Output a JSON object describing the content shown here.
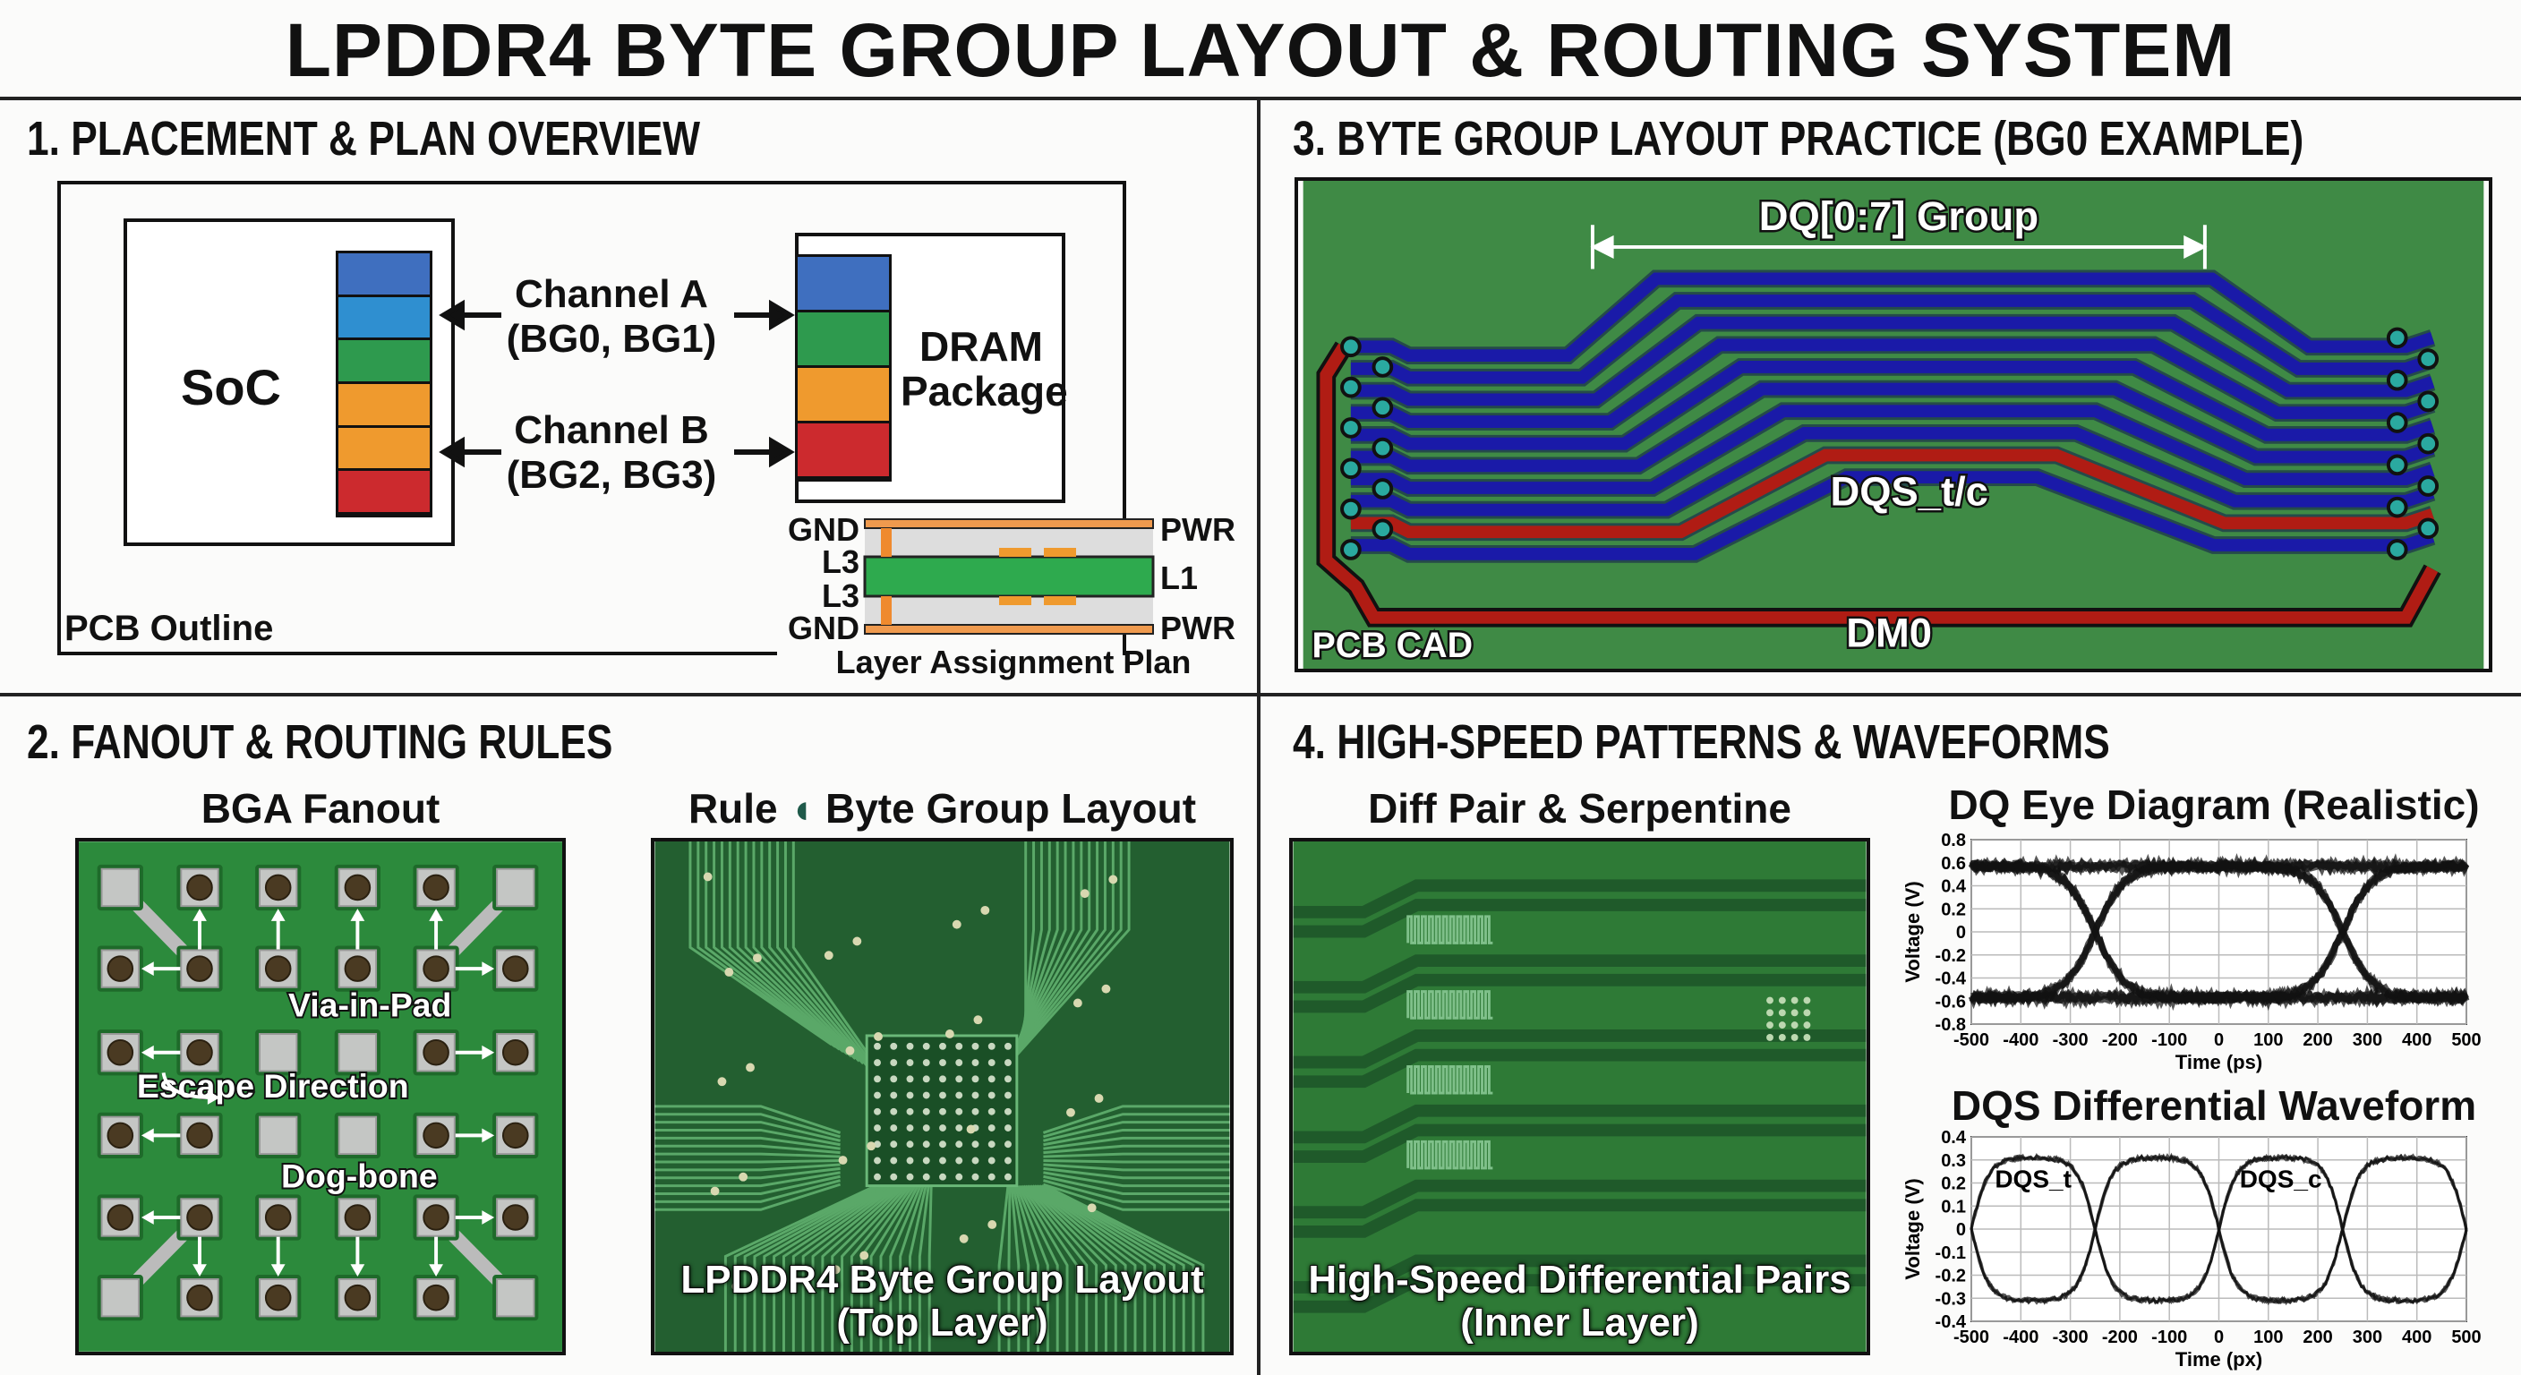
{
  "title": "LPDDR4 BYTE GROUP LAYOUT & ROUTING SYSTEM",
  "section1": {
    "heading": "1. PLACEMENT & PLAN OVERVIEW",
    "soc_label": "SoC",
    "soc_blocks": [
      "#3f6fbf",
      "#2f8fd0",
      "#2e9a4e",
      "#ef9a2e",
      "#ef9a2e",
      "#cc2a2e"
    ],
    "dram_blocks": [
      "#3f6fbf",
      "#2e9a4e",
      "#ef9a2e",
      "#cc2a2e"
    ],
    "channel_a": {
      "name": "Channel A",
      "groups": "(BG0, BG1)"
    },
    "channel_b": {
      "name": "Channel B",
      "groups": "(BG2, BG3)"
    },
    "dram_label_1": "DRAM",
    "dram_label_2": "Package",
    "pcb_outline": "PCB Outline",
    "layer_plan": {
      "left": [
        "GND",
        "L3",
        "L3",
        "GND"
      ],
      "right": [
        "PWR",
        "L1",
        "PWR"
      ],
      "caption": "Layer Assignment Plan"
    }
  },
  "section2": {
    "heading": "2. FANOUT & ROUTING RULES",
    "bga_title": "BGA Fanout",
    "bga_labels": {
      "via_in_pad": "Via-in-Pad",
      "escape": "Escape Direction",
      "dog_bone": "Dog-bone"
    },
    "rule_title_a": "Rule",
    "rule_title_b": "Byte Group Layout",
    "rule_caption_1": "LPDDR4 Byte Group Layout",
    "rule_caption_2": "(Top Layer)"
  },
  "section3": {
    "heading": "3. BYTE GROUP LAYOUT PRACTICE (BG0 EXAMPLE)",
    "dq_group": "DQ[0:7] Group",
    "dqs": "DQS_t/c",
    "dm": "DM0",
    "pcb_cad": "PCB CAD",
    "colors": {
      "board": "#3f8a45",
      "dq": "#1a1aa8",
      "dqs": "#b01c14",
      "via": "#2aa9a0"
    }
  },
  "section4": {
    "heading": "4. HIGH-SPEED PATTERNS & WAVEFORMS",
    "diff_title": "Diff Pair & Serpentine",
    "diff_caption_1": "High-Speed Differential Pairs",
    "diff_caption_2": "(Inner Layer)"
  },
  "chart_data": [
    {
      "type": "line",
      "title": "DQ Eye Diagram (Realistic)",
      "xlabel": "Time (ps)",
      "ylabel": "Voltage (V)",
      "xlim": [
        -500,
        500
      ],
      "ylim": [
        -0.8,
        0.8
      ],
      "xticks": [
        "-500",
        "-400",
        "-300",
        "-200",
        "-100",
        "0",
        "100",
        "200",
        "300",
        "400",
        "500"
      ],
      "yticks": [
        "0.8",
        "0.6",
        "0.4",
        "0.2",
        "0",
        "-0.2",
        "-0.4",
        "-0.6",
        "-0.8"
      ],
      "grid": true,
      "high_level": 0.57,
      "low_level": -0.57,
      "crossings": [
        -250,
        250
      ]
    },
    {
      "type": "line",
      "title": "DQS Differential Waveform",
      "xlabel": "Time (px)",
      "ylabel": "Voltage (V)",
      "xlim": [
        -500,
        500
      ],
      "ylim": [
        -0.4,
        0.4
      ],
      "xticks": [
        "-500",
        "-400",
        "-300",
        "-200",
        "-100",
        "0",
        "100",
        "200",
        "300",
        "400",
        "500"
      ],
      "yticks": [
        "0.4",
        "0.3",
        "0.2",
        "0.1",
        "0",
        "-0.1",
        "-0.2",
        "-0.3",
        "-0.4"
      ],
      "grid": true,
      "series": [
        {
          "name": "DQS_t",
          "amplitude": 0.31,
          "crossings": [
            -500,
            -250,
            0,
            250,
            500
          ],
          "peaks": [
            -375,
            125
          ],
          "troughs": [
            -125,
            375
          ]
        },
        {
          "name": "DQS_c",
          "amplitude": 0.31,
          "crossings": [
            -500,
            -250,
            0,
            250,
            500
          ],
          "peaks": [
            -125,
            375
          ],
          "troughs": [
            -375,
            125
          ]
        }
      ]
    }
  ]
}
